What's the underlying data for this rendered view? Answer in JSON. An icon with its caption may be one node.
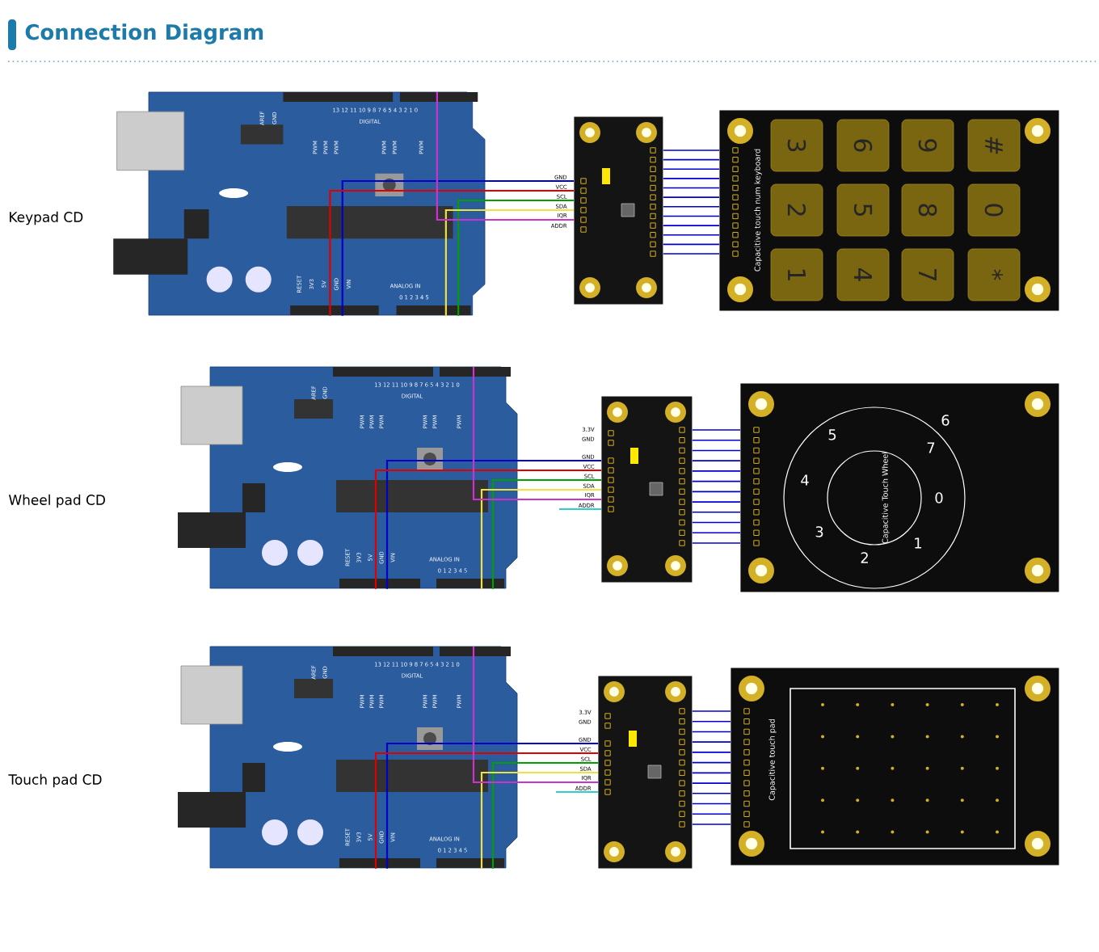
{
  "diagram": {
    "title": "Connection Diagram",
    "nodes": [
      {
        "text": [],
        "shape": "picture"
      },
      {
        "text": [],
        "shape": "picture"
      },
      {
        "text": [
          "Capacitive touch num keyboard"
        ]
      },
      {
        "text": [
          "3"
        ],
        "in": 2
      },
      {
        "text": [
          "6"
        ],
        "in": 2
      },
      {
        "text": [
          "9"
        ],
        "in": 2
      },
      {
        "text": [
          "#"
        ],
        "in": 2
      },
      {
        "text": [
          "2"
        ],
        "in": 2
      },
      {
        "text": [
          "5"
        ],
        "in": 2
      },
      {
        "text": [
          "8"
        ],
        "in": 2
      },
      {
        "text": [
          "0"
        ],
        "in": 2
      },
      {
        "text": [
          "1"
        ],
        "in": 2
      },
      {
        "text": [
          "4"
        ],
        "in": 2
      },
      {
        "text": [
          "7"
        ],
        "in": 2
      },
      {
        "text": [
          "*"
        ],
        "in": 2
      },
      {
        "text": [],
        "shape": "picture"
      },
      {
        "text": [],
        "shape": "picture"
      },
      {
        "text": [
          "5",
          "6",
          "4",
          "7",
          "3",
          "0",
          "2",
          "1",
          "Capacitive Touch Wheel"
        ]
      },
      {
        "text": [],
        "shape": "picture"
      },
      {
        "text": [],
        "shape": "picture"
      },
      {
        "text": [
          "Capacitive touch pad"
        ]
      }
    ],
    "edges": [
      {
        "from": 0,
        "to": 1,
        "arrow": "none"
      },
      {
        "from": 0,
        "to": 1,
        "arrow": "none",
        "color": "#e00000"
      },
      {
        "from": 0,
        "to": 1,
        "arrow": "none",
        "color": "#00a000"
      },
      {
        "from": 0,
        "to": 1,
        "arrow": "none",
        "color": "#f0e040"
      },
      {
        "from": 0,
        "to": 1,
        "arrow": "none",
        "color": "#cc33cc"
      },
      {
        "from": 1,
        "to": 2,
        "arrow": "none"
      },
      {
        "from": 1,
        "to": 2,
        "arrow": "none"
      },
      {
        "from": 1,
        "to": 2,
        "arrow": "none"
      },
      {
        "from": 1,
        "to": 2,
        "arrow": "none"
      },
      {
        "from": 1,
        "to": 2,
        "arrow": "none"
      },
      {
        "from": 1,
        "to": 2,
        "arrow": "none"
      },
      {
        "from": 1,
        "to": 2,
        "arrow": "none"
      },
      {
        "from": 1,
        "to": 2,
        "arrow": "none"
      },
      {
        "from": 1,
        "to": 2,
        "arrow": "none"
      },
      {
        "from": 1,
        "to": 2,
        "arrow": "none"
      },
      {
        "from": 1,
        "to": 2,
        "arrow": "none"
      },
      {
        "from": 1,
        "to": 2,
        "arrow": "none"
      },
      {
        "from": 15,
        "to": 16,
        "arrow": "none"
      },
      {
        "from": 15,
        "to": 16,
        "arrow": "none",
        "color": "#e00000"
      },
      {
        "from": 15,
        "to": 16,
        "arrow": "none",
        "color": "#00a000"
      },
      {
        "from": 15,
        "to": 16,
        "arrow": "none",
        "color": "#f0e040"
      },
      {
        "from": 15,
        "to": 16,
        "arrow": "none",
        "color": "#cc33cc"
      },
      {
        "from": null,
        "to": 16,
        "arrow": "none",
        "color": "#33cccc"
      },
      {
        "from": 16,
        "to": 17,
        "arrow": "none"
      },
      {
        "from": 16,
        "to": 17,
        "arrow": "none"
      },
      {
        "from": 16,
        "to": 17,
        "arrow": "none"
      },
      {
        "from": 16,
        "to": 17,
        "arrow": "none"
      },
      {
        "from": 16,
        "to": 17,
        "arrow": "none"
      },
      {
        "from": 16,
        "to": 17,
        "arrow": "none"
      },
      {
        "from": 16,
        "to": 17,
        "arrow": "none"
      },
      {
        "from": 16,
        "to": 17,
        "arrow": "none"
      },
      {
        "from": 16,
        "to": 17,
        "arrow": "none"
      },
      {
        "from": 16,
        "to": 17,
        "arrow": "none"
      },
      {
        "from": 16,
        "to": 17,
        "arrow": "none"
      },
      {
        "from": 16,
        "to": 17,
        "arrow": "none"
      },
      {
        "from": 18,
        "to": 19,
        "arrow": "none"
      },
      {
        "from": 18,
        "to": 19,
        "arrow": "none",
        "color": "#e00000"
      },
      {
        "from": 18,
        "to": 19,
        "arrow": "none",
        "color": "#00a000"
      },
      {
        "from": 18,
        "to": 19,
        "arrow": "none",
        "color": "#f0e040"
      },
      {
        "from": 18,
        "to": 19,
        "arrow": "none",
        "color": "#cc33cc"
      },
      {
        "from": null,
        "to": 19,
        "arrow": "none",
        "color": "#33cccc"
      },
      {
        "from": 19,
        "to": 20,
        "arrow": "none"
      },
      {
        "from": 19,
        "to": 20,
        "arrow": "none"
      },
      {
        "from": 19,
        "to": 20,
        "arrow": "none"
      },
      {
        "from": 19,
        "to": 20,
        "arrow": "none"
      },
      {
        "from": 19,
        "to": 20,
        "arrow": "none"
      },
      {
        "from": 19,
        "to": 20,
        "arrow": "none"
      },
      {
        "from": 19,
        "to": 20,
        "arrow": "none"
      },
      {
        "from": 19,
        "to": 20,
        "arrow": "none"
      },
      {
        "from": 19,
        "to": 20,
        "arrow": "none"
      },
      {
        "from": 19,
        "to": 20,
        "arrow": "none"
      },
      {
        "from": 19,
        "to": 20,
        "arrow": "none"
      },
      {
        "from": 19,
        "to": 20,
        "arrow": "none"
      }
    ],
    "labels": [
      "Keypad CD",
      "AREF",
      "GND",
      "13 12 11 10 9 8 7 6 5 4 3 2 1 0",
      "DIGITAL",
      "PWM",
      "PWM",
      "PWM",
      "PWM",
      "PWM",
      "PWM",
      "RESET",
      "3V3",
      "5V",
      "GND",
      "VIN",
      "ANALOG IN",
      "0 1 2 3 4 5",
      "GND",
      "VCC",
      "SCL",
      "SDA",
      "IQR",
      "ADDR",
      "Wheel pad CD",
      "AREF",
      "GND",
      "13 12 11 10 9 8 7 6 5 4 3 2 1 0",
      "DIGITAL",
      "PWM",
      "PWM",
      "PWM",
      "PWM",
      "PWM",
      "PWM",
      "RESET",
      "3V3",
      "5V",
      "GND",
      "VIN",
      "ANALOG IN",
      "0 1 2 3 4 5",
      "3.3V",
      "GND",
      "GND",
      "VCC",
      "SCL",
      "SDA",
      "IQR",
      "ADDR",
      "Touch pad CD",
      "AREF",
      "GND",
      "13 12 11 10 9 8 7 6 5 4 3 2 1 0",
      "DIGITAL",
      "PWM",
      "PWM",
      "PWM",
      "PWM",
      "PWM",
      "PWM",
      "RESET",
      "3V3",
      "5V",
      "GND",
      "VIN",
      "ANALOG IN",
      "0 1 2 3 4 5",
      "3.3V",
      "GND",
      "GND",
      "VCC",
      "SCL",
      "SDA",
      "IQR",
      "ADDR"
    ]
  }
}
